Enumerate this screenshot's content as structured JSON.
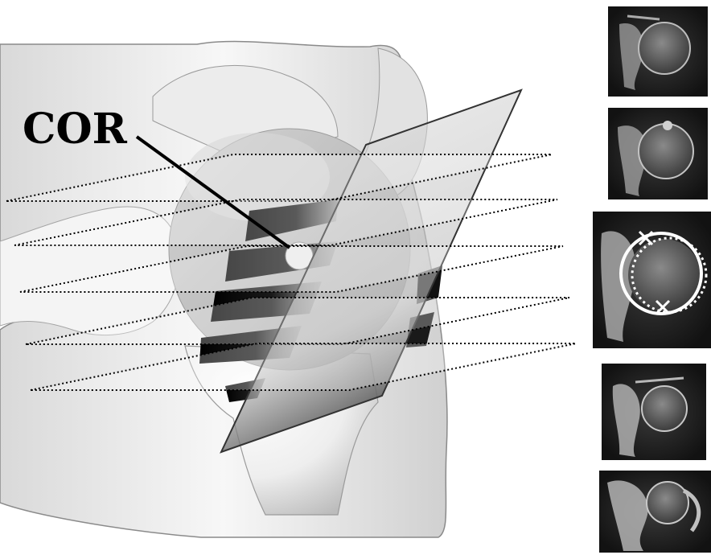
{
  "figure": {
    "annotation": "COR",
    "colors": {
      "background": "#ffffff",
      "bone_light": "#f2f2f2",
      "bone_shade": "#c8c8c8",
      "femoral_head": "#bdbdbd",
      "cavity": "#0a0a0a",
      "cut_plane": "#e0e0e0",
      "ct_background": "#141414",
      "fit_circle": "#ffffff"
    },
    "icons": [
      "oblique-cut-plane",
      "horizontal-slice-plane",
      "center-of-rotation-marker",
      "ct-slice-thumbnail",
      "fitted-circle",
      "cross-marker"
    ]
  },
  "ct_slices": [
    {
      "id": 1,
      "highlighted": false
    },
    {
      "id": 2,
      "highlighted": false
    },
    {
      "id": 3,
      "highlighted": true
    },
    {
      "id": 4,
      "highlighted": false
    },
    {
      "id": 5,
      "highlighted": false
    }
  ]
}
